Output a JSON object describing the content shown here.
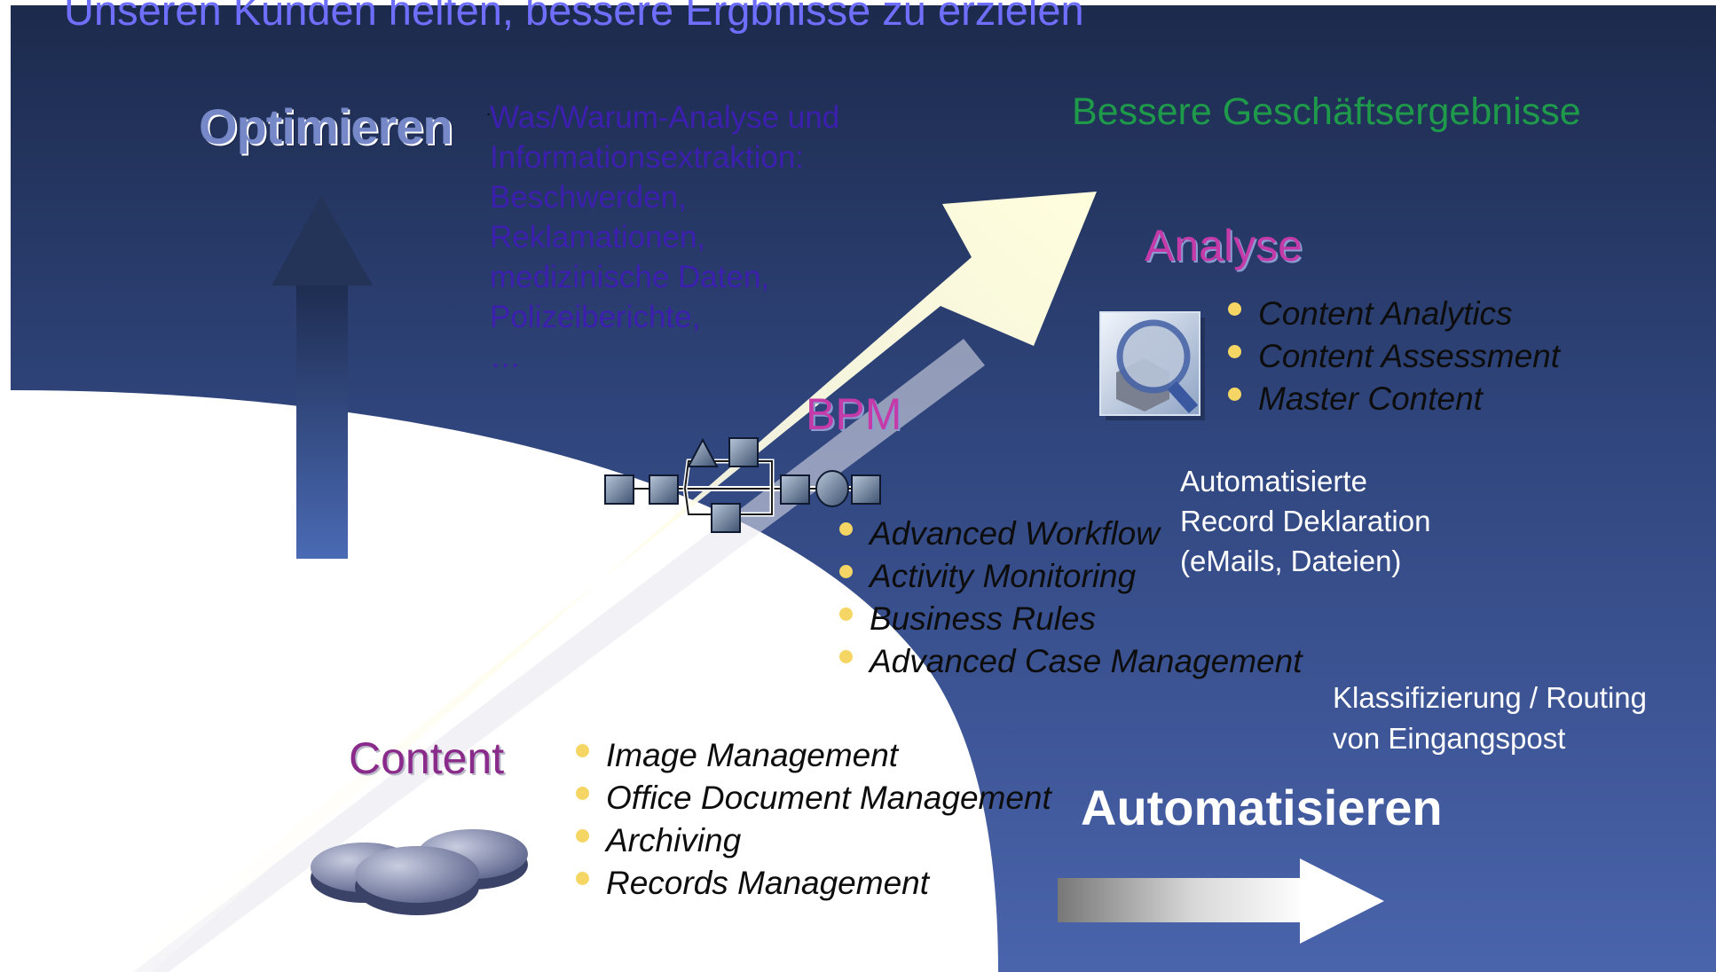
{
  "title": "Unseren Kunden helfen, bessere Ergbnisse zu erzielen",
  "axis_top": "Optimieren",
  "axis_right": "Automatisieren",
  "goal": "Bessere Geschäftsergebnisse",
  "info_text": {
    "lines": [
      "Was/Warum-Analyse und",
      "Informationsextraktion:",
      "Beschwerden,",
      "Reklamationen,",
      "medizinische Daten,",
      "Polizeiberichte,",
      "…"
    ]
  },
  "analyse": {
    "label": "Analyse",
    "items": [
      "Content Analytics",
      "Content Assessment",
      "Master Content"
    ],
    "icon": "magnifier-cube-icon"
  },
  "bpm": {
    "label": "BPM",
    "items": [
      "Advanced Workflow",
      "Activity Monitoring",
      "Business Rules",
      "Advanced Case Management"
    ],
    "icon": "process-flow-icon"
  },
  "content": {
    "label": "Content",
    "items": [
      "Image Management",
      "Office Document Management",
      "Archiving",
      "Records Management"
    ],
    "icon": "database-disks-icon"
  },
  "notes": {
    "record_declaration": [
      "Automatisierte",
      "Record Deklaration",
      "(eMails, Dateien)"
    ],
    "classification": [
      "Klassifizierung / Routing",
      "von Eingangspost"
    ]
  },
  "colors": {
    "background_top": "#1c2a4c",
    "background_bottom": "#4560a8",
    "title": "#6f6fff",
    "goal": "#1e9a4a",
    "heading_magenta": "#c33aa8",
    "bullet": "#f5d665",
    "info_text": "#3d1fb0"
  }
}
